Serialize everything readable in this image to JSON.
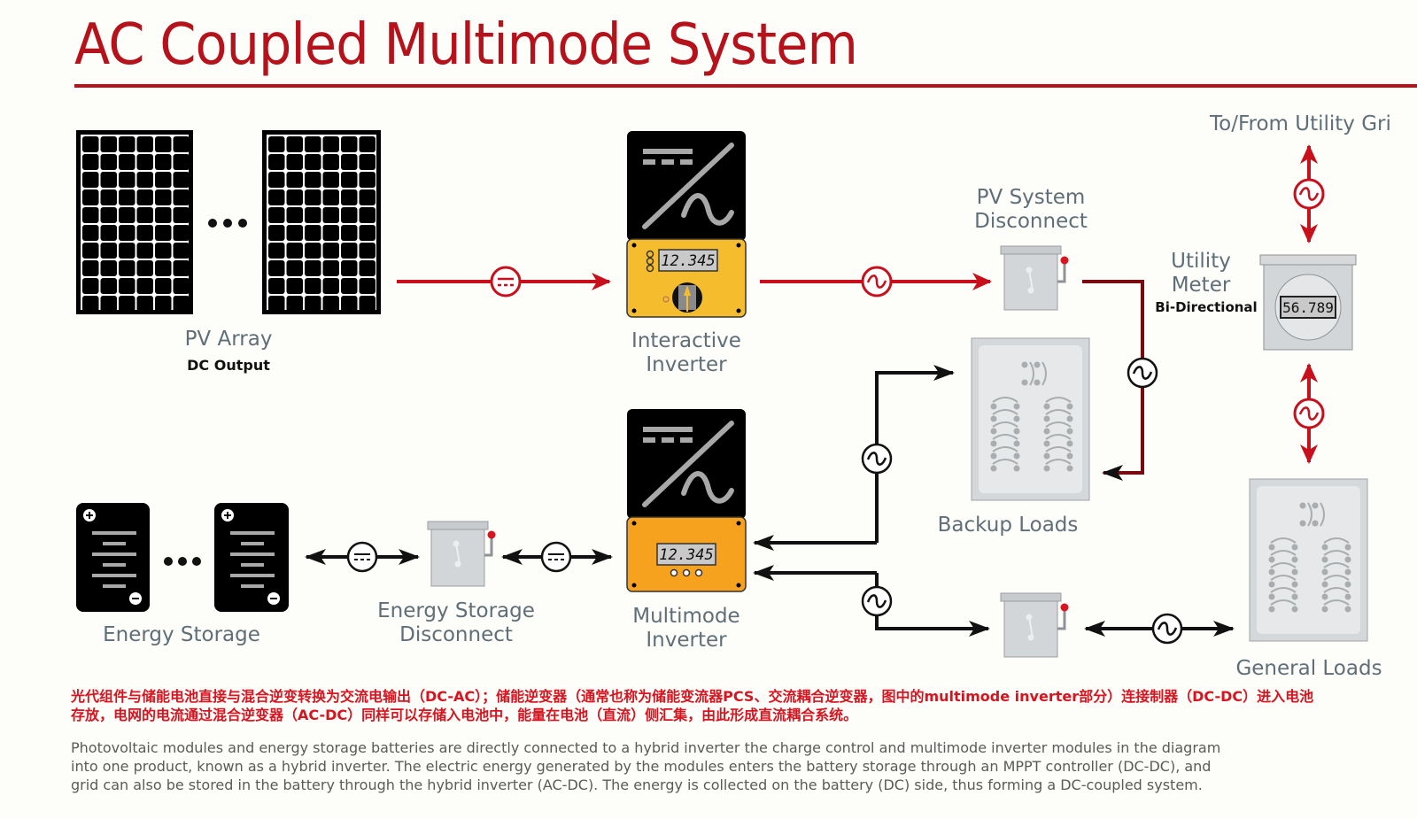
{
  "title": "AC Coupled Multimode System",
  "colors": {
    "accent_red": "#b5121b",
    "dc_line_red": "#c8101c",
    "dark_red_line": "#7a0a10",
    "inverter_yellow": "#f5bd2e",
    "inverter_orange": "#f7a21e",
    "device_gray": "#d3d6d8",
    "chinese_text": "#d7141f"
  },
  "components": {
    "pv_array": {
      "label": "PV Array",
      "sublabel": "DC Output",
      "icon": "solar-panel-icon"
    },
    "interactive_inverter": {
      "label_line1": "Interactive",
      "label_line2": "Inverter",
      "display": "12.345",
      "icon": "inverter-icon"
    },
    "pv_disconnect": {
      "label_line1": "PV System",
      "label_line2": "Disconnect",
      "icon": "disconnect-switch-icon"
    },
    "utility_grid": {
      "label": "To/From Utility Gri"
    },
    "utility_meter": {
      "label_line1": "Utility",
      "label_line2": "Meter",
      "sublabel": "Bi-Directional",
      "display": "56.789",
      "icon": "meter-icon"
    },
    "backup_loads": {
      "label": "Backup Loads",
      "icon": "load-panel-icon"
    },
    "general_loads": {
      "label": "General Loads",
      "icon": "load-panel-icon"
    },
    "energy_storage": {
      "label": "Energy Storage",
      "icon": "battery-icon"
    },
    "energy_storage_disconnect": {
      "label_line1": "Energy Storage",
      "label_line2": "Disconnect",
      "icon": "disconnect-switch-icon"
    },
    "multimode_inverter": {
      "label_line1": "Multimode",
      "label_line2": "Inverter",
      "display": "12.345",
      "icon": "inverter-icon"
    }
  },
  "symbols": {
    "dc": "dc-symbol-icon",
    "ac": "ac-symbol-icon"
  },
  "description_cn": {
    "line1": "光代组件与储能电池直接与混合逆变转换为交流电输出（DC-AC）；储能逆变器（通常也称为储能变流器PCS、交流耦合逆变器，图中的multimode inverter部分）连接制器（DC-DC）进入电池",
    "line2": "存放，电网的电流通过混合逆变器（AC-DC）同样可以存储入电池中，能量在电池（直流）侧汇集，由此形成直流耦合系统。"
  },
  "description_en": {
    "line1": "Photovoltaic modules and energy storage batteries are directly connected to a hybrid inverter the charge control and multimode inverter modules in the diagram",
    "line2": "into one product, known as a hybrid inverter. The electric energy generated by the modules enters the battery storage through an MPPT controller (DC-DC), and",
    "line3": "grid can also be stored in the battery through the hybrid inverter (AC-DC). The energy is collected on the battery (DC) side, thus forming a DC-coupled system."
  }
}
